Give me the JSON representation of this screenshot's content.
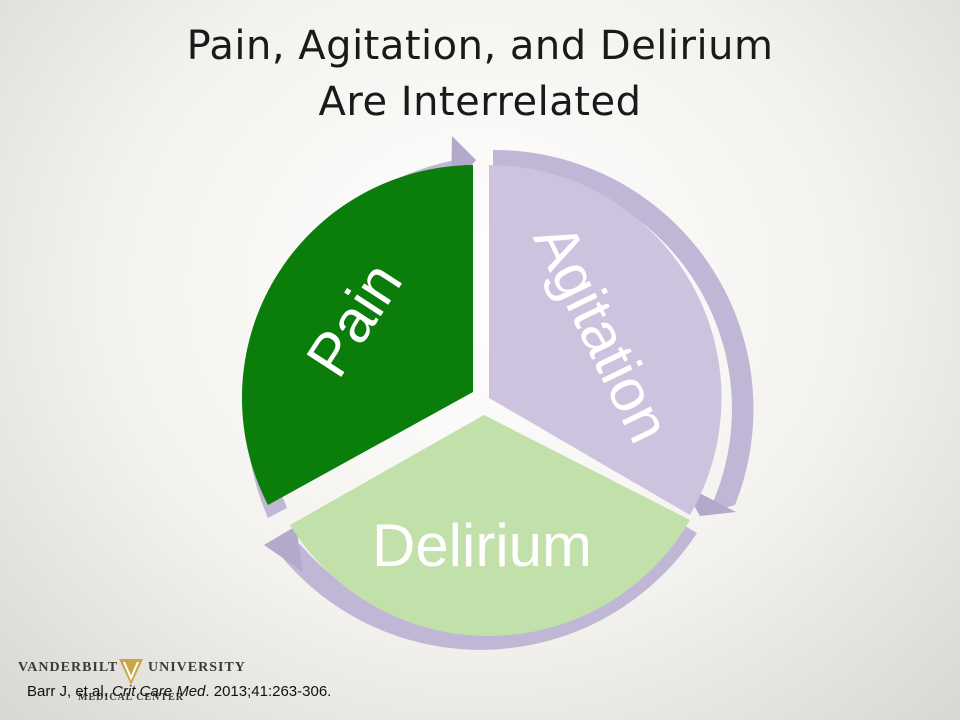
{
  "title": {
    "line1": "Pain, Agitation, and Delirium",
    "line2": "Are Interrelated"
  },
  "diagram": {
    "segments": [
      {
        "id": "agitation",
        "label": "Agitation",
        "color": "#cdc3df"
      },
      {
        "id": "delirium",
        "label": "Delirium",
        "color": "#c2e0aa"
      },
      {
        "id": "pain",
        "label": "Pain",
        "color": "#0a7d0a"
      }
    ],
    "arrow_color": "#c0b7d6",
    "arrow_color_dark": "#b3aacb"
  },
  "logo": {
    "word1": "VANDERBILT",
    "word2": "UNIVERSITY",
    "word3": "MEDICAL CENTER",
    "emblem_color": "#c9a64a"
  },
  "citation": {
    "authors": "Barr J, et al. ",
    "journal": "Crit Care Med",
    "details": ". 2013;41:263-306."
  }
}
